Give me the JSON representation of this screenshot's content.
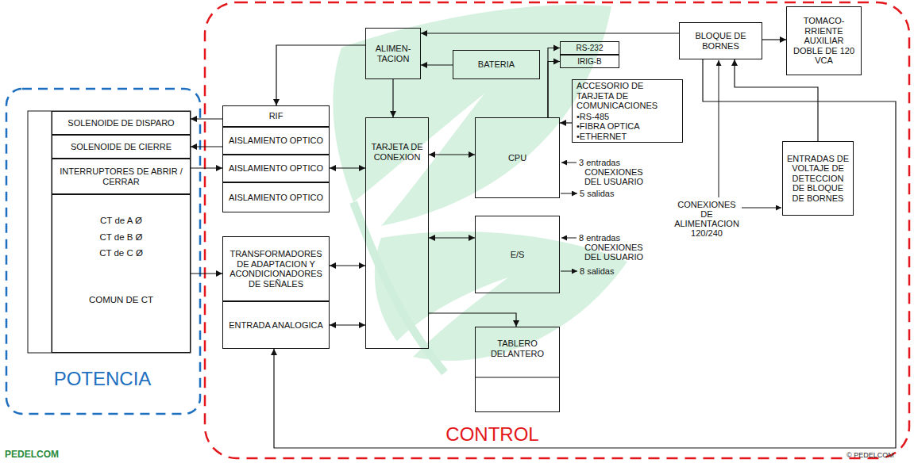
{
  "diagram": {
    "nodes": [
      {
        "text": [
          "SOLENOIDE DE DISPARO"
        ]
      },
      {
        "text": [
          "SOLENOIDE DE CIERRE"
        ]
      },
      {
        "text": [
          "INTERRUPTORES DE ABRIR / CERRAR"
        ]
      },
      {
        "text": [
          "CT de A Ø",
          "CT de B Ø",
          "CT de C Ø",
          "COMUN DE CT"
        ]
      },
      {
        "text": [
          "ALIMEN- TACION"
        ]
      },
      {
        "text": [
          "BATERIA"
        ]
      },
      {
        "text": [
          "RS-232"
        ]
      },
      {
        "text": [
          "IRIG-B"
        ]
      },
      {
        "text": [
          "BLOQUE DE BORNES"
        ]
      },
      {
        "text": [
          "TOMACO- RRIENTE AUXILIAR DOBLE DE 120 VCA"
        ]
      },
      {
        "text": [
          "ACCESORIO DE TARJETA DE COMUNICACIONES",
          "•RS-485",
          "•FIBRA OPTICA",
          "•ETHERNET"
        ]
      },
      {
        "text": [
          "RIF"
        ]
      },
      {
        "text": [
          "AISLAMIENTO OPTICO"
        ]
      },
      {
        "text": [
          "AISLAMIENTO OPTICO"
        ]
      },
      {
        "text": [
          "AISLAMIENTO OPTICO"
        ]
      },
      {
        "text": [
          "TARJETA DE CONEXION"
        ]
      },
      {
        "text": [
          "CPU"
        ]
      },
      {
        "text": [
          "ENTRADAS DE VOLTAJE DE DETECCION DE BLOQUE DE BORNES"
        ]
      },
      {
        "text": [
          "TRANSFORMADORES DE ADAPTACION Y ACONDICIONADORES DE SEÑALES"
        ]
      },
      {
        "text": [
          "ENTRADA ANALOGICA"
        ]
      },
      {
        "text": [
          "E/S"
        ]
      },
      {
        "text": [
          "TABLERO DELANTERO"
        ]
      }
    ],
    "edges": [
      {
        "from": 4,
        "to": 11,
        "arrow": "to"
      },
      {
        "from": 5,
        "to": 4,
        "arrow": "to"
      },
      {
        "from": 8,
        "to": 4,
        "arrow": "to"
      },
      {
        "from": 8,
        "to": 9,
        "arrow": "to"
      },
      {
        "from": 4,
        "to": 15,
        "arrow": "to"
      },
      {
        "from": 16,
        "to": 6,
        "arrow": "to"
      },
      {
        "from": 16,
        "to": 7,
        "arrow": "to"
      },
      {
        "from": 10,
        "to": 16,
        "arrow": "to"
      },
      {
        "from": 17,
        "to": 8,
        "arrow": "to"
      },
      {
        "from": 8,
        "to": 19,
        "arrow": "to"
      },
      {
        "from": 11,
        "to": 0,
        "arrow": "to"
      },
      {
        "from": 12,
        "to": 1,
        "arrow": "to"
      },
      {
        "from": 2,
        "to": 13,
        "arrow": "to"
      },
      {
        "from": 13,
        "to": 15,
        "arrow": "both"
      },
      {
        "from": 3,
        "to": 18,
        "arrow": "to"
      },
      {
        "from": 18,
        "to": 15,
        "arrow": "both"
      },
      {
        "from": 19,
        "to": 15,
        "arrow": "both"
      },
      {
        "from": 15,
        "to": 16,
        "arrow": "both"
      },
      {
        "from": 15,
        "to": 20,
        "arrow": "both"
      },
      {
        "from": 15,
        "to": 21,
        "arrow": "to"
      }
    ],
    "labels": [
      "3 entradas",
      "CONEXIONES DEL USUARIO",
      "5 salidas",
      "8 entradas",
      "CONEXIONES DEL USUARIO",
      "8 salidas",
      "CONEXIONES DE ALIMENTACION 120/240",
      "POTENCIA",
      "CONTROL",
      "PEDELCOM",
      "© PEDELCOM"
    ]
  }
}
